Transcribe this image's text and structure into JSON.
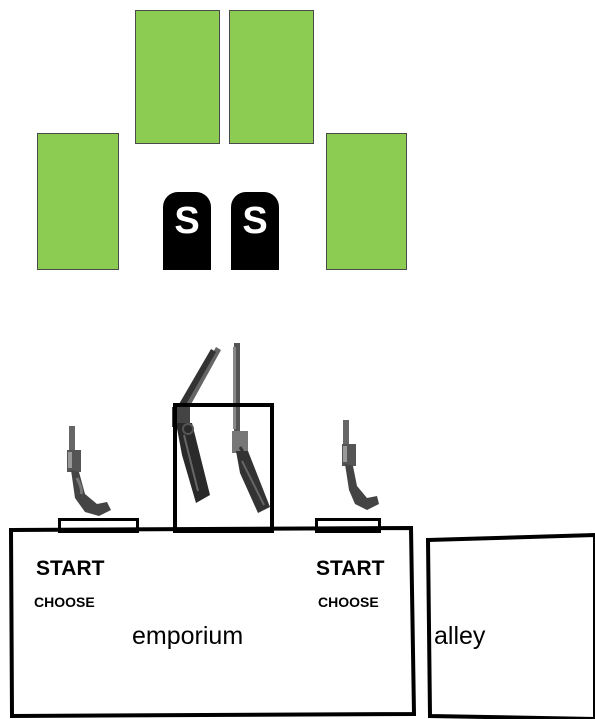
{
  "stones": [
    "S",
    "S"
  ],
  "stage": {
    "left": {
      "start": "START",
      "choose": "CHOOSE"
    },
    "right": {
      "start": "START",
      "choose": "CHOOSE"
    },
    "room_main": "emporium",
    "room_side": "alley"
  },
  "colors": {
    "target": "#8ccc52",
    "stone": "#000000",
    "line": "#000000"
  },
  "icons": [
    "revolver-icon",
    "shotgun-icon",
    "rifle-icon",
    "revolver-icon"
  ]
}
